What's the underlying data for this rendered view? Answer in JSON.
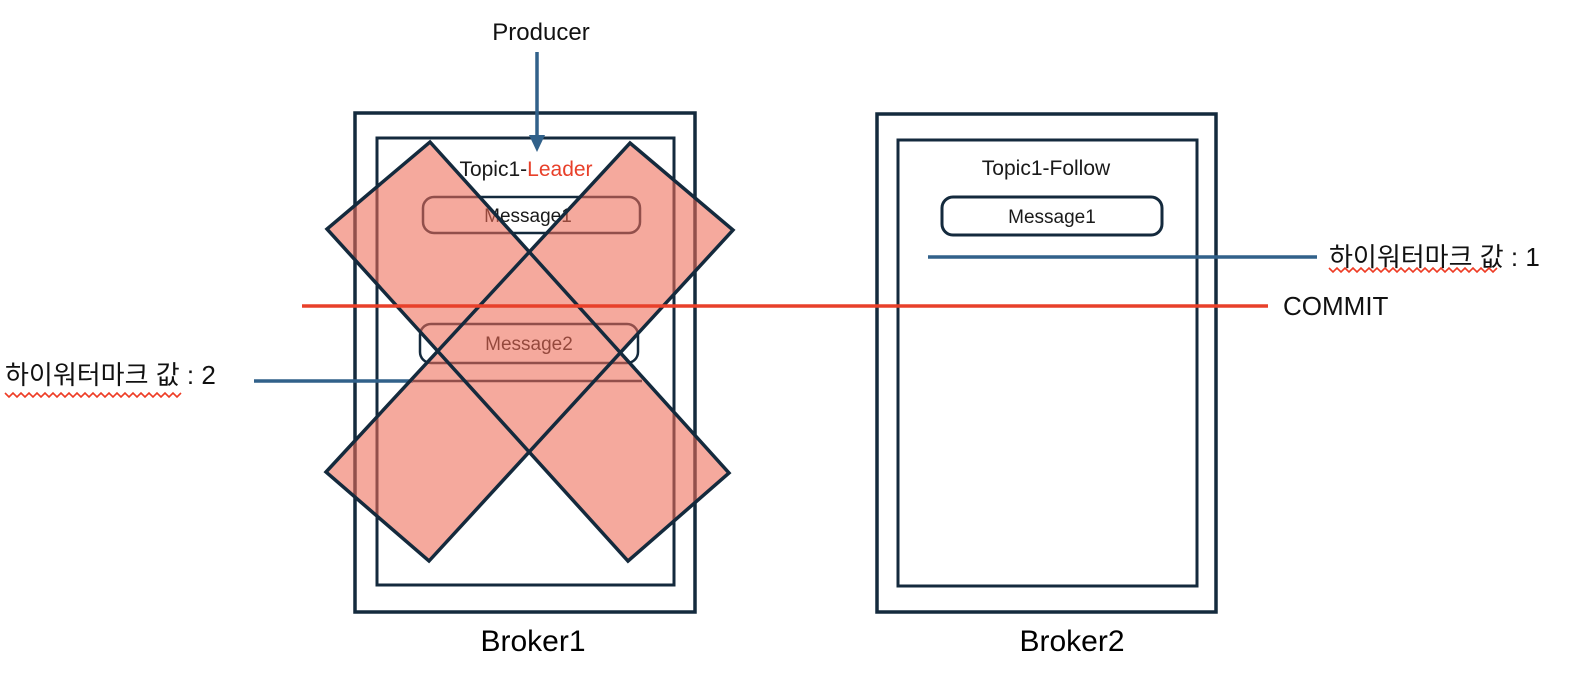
{
  "producer": {
    "label": "Producer"
  },
  "commit": {
    "label": "COMMIT"
  },
  "broker1": {
    "name": "Broker1",
    "topic_prefix": "Topic1-",
    "topic_role": "Leader",
    "message1": "Message1",
    "message2": "Message2",
    "watermark_label": "하이워터마크 값 : 2",
    "crossed_out": true
  },
  "broker2": {
    "name": "Broker2",
    "topic_label": "Topic1-Follow",
    "message1": "Message1",
    "watermark_label": "하이워터마크 값 : 1",
    "crossed_out": false
  },
  "colors": {
    "outline_navy": "#142a3d",
    "accent_red": "#e8402a",
    "connector_blue": "#31618a",
    "cross_fill_salmon": "#ee6a56",
    "text_black": "#111111"
  }
}
